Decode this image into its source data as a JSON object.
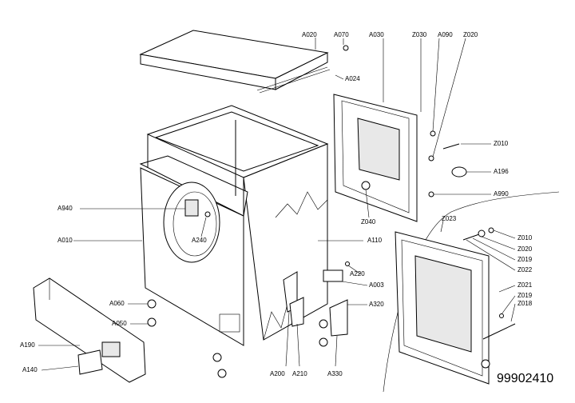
{
  "labels": {
    "A020": "A020",
    "A070": "A070",
    "A030": "A030",
    "Z030": "Z030",
    "A090": "A090",
    "Z020_top": "Z020",
    "A024": "A024",
    "Z010_top": "Z010",
    "A196": "A196",
    "A990": "A990",
    "Z040": "Z040",
    "Z023": "Z023",
    "A940": "A940",
    "A240": "A240",
    "A010": "A010",
    "A110": "A110",
    "Z010": "Z010",
    "Z020": "Z020",
    "Z019": "Z019",
    "Z022": "Z022",
    "A220": "A220",
    "A003": "A003",
    "Z021": "Z021",
    "Z019_b": "Z019",
    "Z018": "Z018",
    "A320": "A320",
    "A060": "A060",
    "A050": "A050",
    "A190": "A190",
    "A140": "A140",
    "A200": "A200",
    "A210": "A210",
    "A330": "A330"
  },
  "document_number": "99902410"
}
